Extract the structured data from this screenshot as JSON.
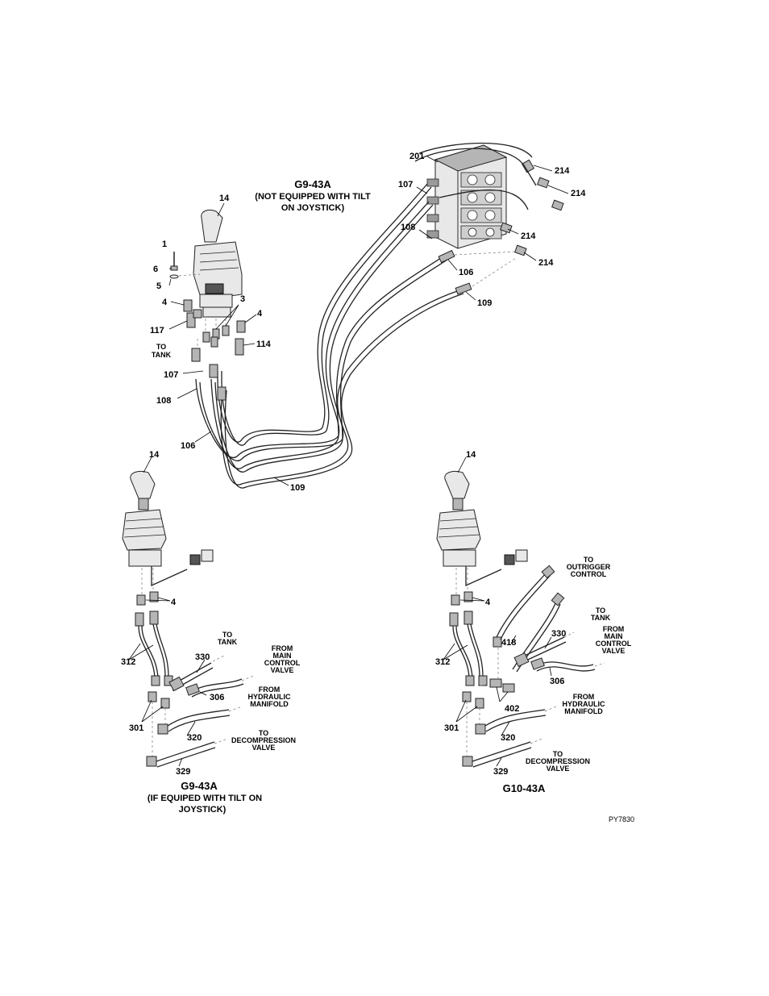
{
  "diagram": {
    "upper_title": "G9-43A",
    "upper_subtitle_line1": "(NOT EQUIPPED WITH TILT",
    "upper_subtitle_line2": "ON JOYSTICK)",
    "lower_left_title": "G9-43A",
    "lower_left_subtitle_line1": "(IF EQUIPED WITH TILT ON",
    "lower_left_subtitle_line2": "JOYSTICK)",
    "lower_right_title": "G10-43A",
    "figure_code": "PY7830"
  },
  "labels": {
    "upper": {
      "n201": "201",
      "n107_valve": "107",
      "n214_a": "214",
      "n214_b": "214",
      "n214_c": "214",
      "n214_d": "214",
      "n108_valve": "108",
      "n106_valve": "106",
      "n109_valve": "109",
      "n14": "14",
      "n1": "1",
      "n6": "6",
      "n5": "5",
      "n4_left": "4",
      "n3": "3",
      "n4_right": "4",
      "n117": "117",
      "n114": "114",
      "to_tank_1": "TO",
      "to_tank_2": "TANK",
      "n107": "107",
      "n108": "108",
      "n106": "106",
      "n109": "109"
    },
    "lower_left": {
      "n14": "14",
      "n4": "4",
      "n312": "312",
      "n330": "330",
      "n306": "306",
      "n301": "301",
      "n320": "320",
      "n329": "329",
      "to_tank_1": "TO",
      "to_tank_2": "TANK",
      "from_main_1": "FROM",
      "from_main_2": "MAIN",
      "from_main_3": "CONTROL",
      "from_main_4": "VALVE",
      "from_hyd_1": "FROM",
      "from_hyd_2": "HYDRAULIC",
      "from_hyd_3": "MANIFOLD",
      "to_decomp_1": "TO",
      "to_decomp_2": "DECOMPRESSION",
      "to_decomp_3": "VALVE"
    },
    "lower_right": {
      "n14": "14",
      "n4": "4",
      "n312": "312",
      "n418": "418",
      "n330": "330",
      "n306": "306",
      "n402": "402",
      "n301": "301",
      "n320": "320",
      "n329": "329",
      "to_outrigger_1": "TO",
      "to_outrigger_2": "OUTRIGGER",
      "to_outrigger_3": "CONTROL",
      "to_tank_1": "TO",
      "to_tank_2": "TANK",
      "from_main_1": "FROM",
      "from_main_2": "MAIN",
      "from_main_3": "CONTROL",
      "from_main_4": "VALVE",
      "from_hyd_1": "FROM",
      "from_hyd_2": "HYDRAULIC",
      "from_hyd_3": "MANIFOLD",
      "to_decomp_1": "TO",
      "to_decomp_2": "DECOMPRESSION",
      "to_decomp_3": "VALVE"
    }
  }
}
